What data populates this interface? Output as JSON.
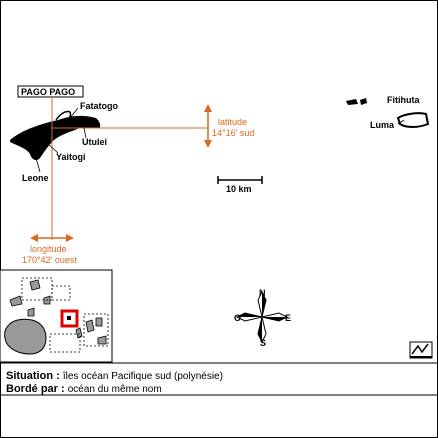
{
  "map": {
    "capital_label": "PAGO PAGO",
    "places": {
      "fatatogo": "Fatatogo",
      "utulei": "Utulei",
      "yaitogi": "Yaitogi",
      "leone": "Leone",
      "fitihuta": "Fitihuta",
      "luma": "Luma"
    },
    "latitude": {
      "label": "latitude",
      "value": "14°16' sud"
    },
    "longitude": {
      "label": "longitude",
      "value": "170°42' ouest"
    },
    "scale": "10 km",
    "compass": {
      "n": "N",
      "s": "S",
      "e": "E",
      "o": "O"
    }
  },
  "info": {
    "situation_label": "Situation :",
    "situation_value": "îles océan Pacifique sud (polynésie)",
    "borde_label": "Bordé par :",
    "borde_value": "océan du même nom"
  },
  "colors": {
    "accent": "#d9691f",
    "highlight": "#e00000",
    "land": "#000000"
  },
  "icons": {
    "signature": "signature-icon"
  }
}
